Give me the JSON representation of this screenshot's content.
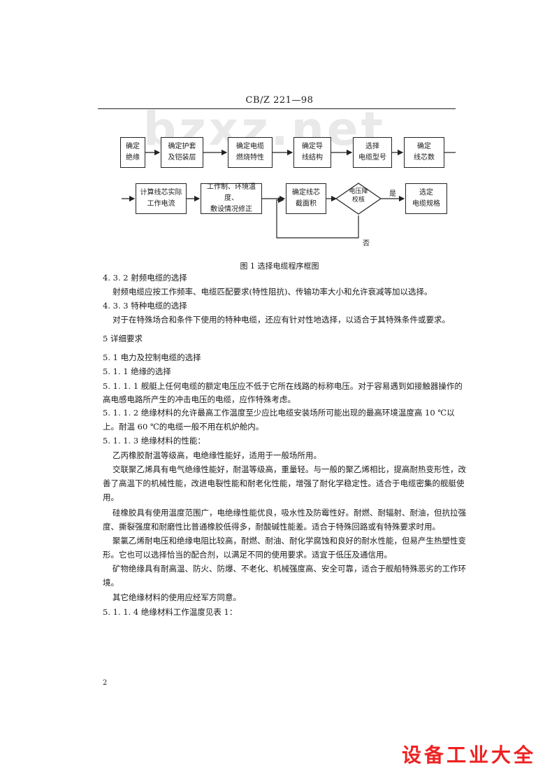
{
  "header": {
    "code": "CB/Z  221—98"
  },
  "watermark": "bzxz.net",
  "flowchart": {
    "row1": [
      {
        "l1": "确定",
        "l2": "绝缘"
      },
      {
        "l1": "确定护套",
        "l2": "及铠装层"
      },
      {
        "l1": "确定电缆",
        "l2": "燃烧特性"
      },
      {
        "l1": "确定导",
        "l2": "线结构"
      },
      {
        "l1": "选择",
        "l2": "电缆型号"
      },
      {
        "l1": "确定",
        "l2": "线芯数"
      }
    ],
    "row2": [
      {
        "l1": "计算线芯实际",
        "l2": "工作电流"
      },
      {
        "l1": "工作制、环境温度、",
        "l2": "敷设情况修正"
      },
      {
        "l1": "确定线芯",
        "l2": "截面积"
      },
      {
        "l1": "电压降",
        "l2": "校核"
      },
      {
        "l1": "选定",
        "l2": "电缆规格"
      }
    ],
    "yes": "是",
    "no": "否",
    "caption": "图 1   选择电缆程序框图"
  },
  "body": {
    "lines": [
      "4. 3. 2   射频电缆的选择",
      "射频电缆应按工作频率、电缆匹配要求(特性阻抗)、传输功率大小和允许衰减等加以选择。",
      "4. 3. 3   特种电缆的选择",
      "对于在特殊场合和条件下使用的特种电缆，还应有针对性地选择，以适合于其特殊条件或要求。",
      "5   详细要求",
      "5. 1   电力及控制电缆的选择",
      "5. 1. 1   绝缘的选择",
      "5. 1. 1. 1   舰艇上任何电缆的额定电压应不低于它所在线路的标称电压。对于容易遇到如接触器操作的",
      "高电感电路所产生的冲击电压的电缆，应作特殊考虑。",
      "5. 1. 1. 2   绝缘材料的允许最高工作温度至少应比电缆安装场所可能出现的最高环境温度高 10 ℃以",
      "上。耐温 60 ℃的电缆一般不用在机炉舱内。",
      "5. 1. 1. 3   绝缘材料的性能：",
      "乙丙橡胶耐温等级高，电绝缘性能好，适用于一般场所用。",
      "交联聚乙烯具有电气绝缘性能好，耐温等级高，重量轻。与一般的聚乙烯相比，提高耐热变形性，改",
      "善了高温下的机械性能，改进电裂性能和耐老化性能，增强了耐化学稳定性。适合于电缆密集的舰艇使",
      "用。",
      "硅橡胶具有使用温度范围广，电绝缘性能优良，吸水性及防霉性好。耐燃、耐辐射、耐油，但抗拉强",
      "度、撕裂强度和耐磨性比普通橡胶低得多，耐酸碱性能差。适合于特殊回路或有特殊要求时用。",
      "聚氯乙烯耐电压和绝缘电阻比较高，耐燃、耐油、耐化学腐蚀和良好的耐水性能，但易产生热塑性变",
      "形。它也可以选择恰当的配合剂，以满足不同的使用要求。适宜于低压及通信用。",
      "矿物绝缘具有耐高温、防火、防爆、不老化、机械强度高、安全可靠，适合于舰船特殊恶劣的工作环",
      "境。",
      "其它绝缘材料的使用应经军方同意。",
      "5. 1. 1. 4   绝缘材料工作温度见表 1："
    ]
  },
  "page_number": "2",
  "footer_mark": "设备工业大全"
}
